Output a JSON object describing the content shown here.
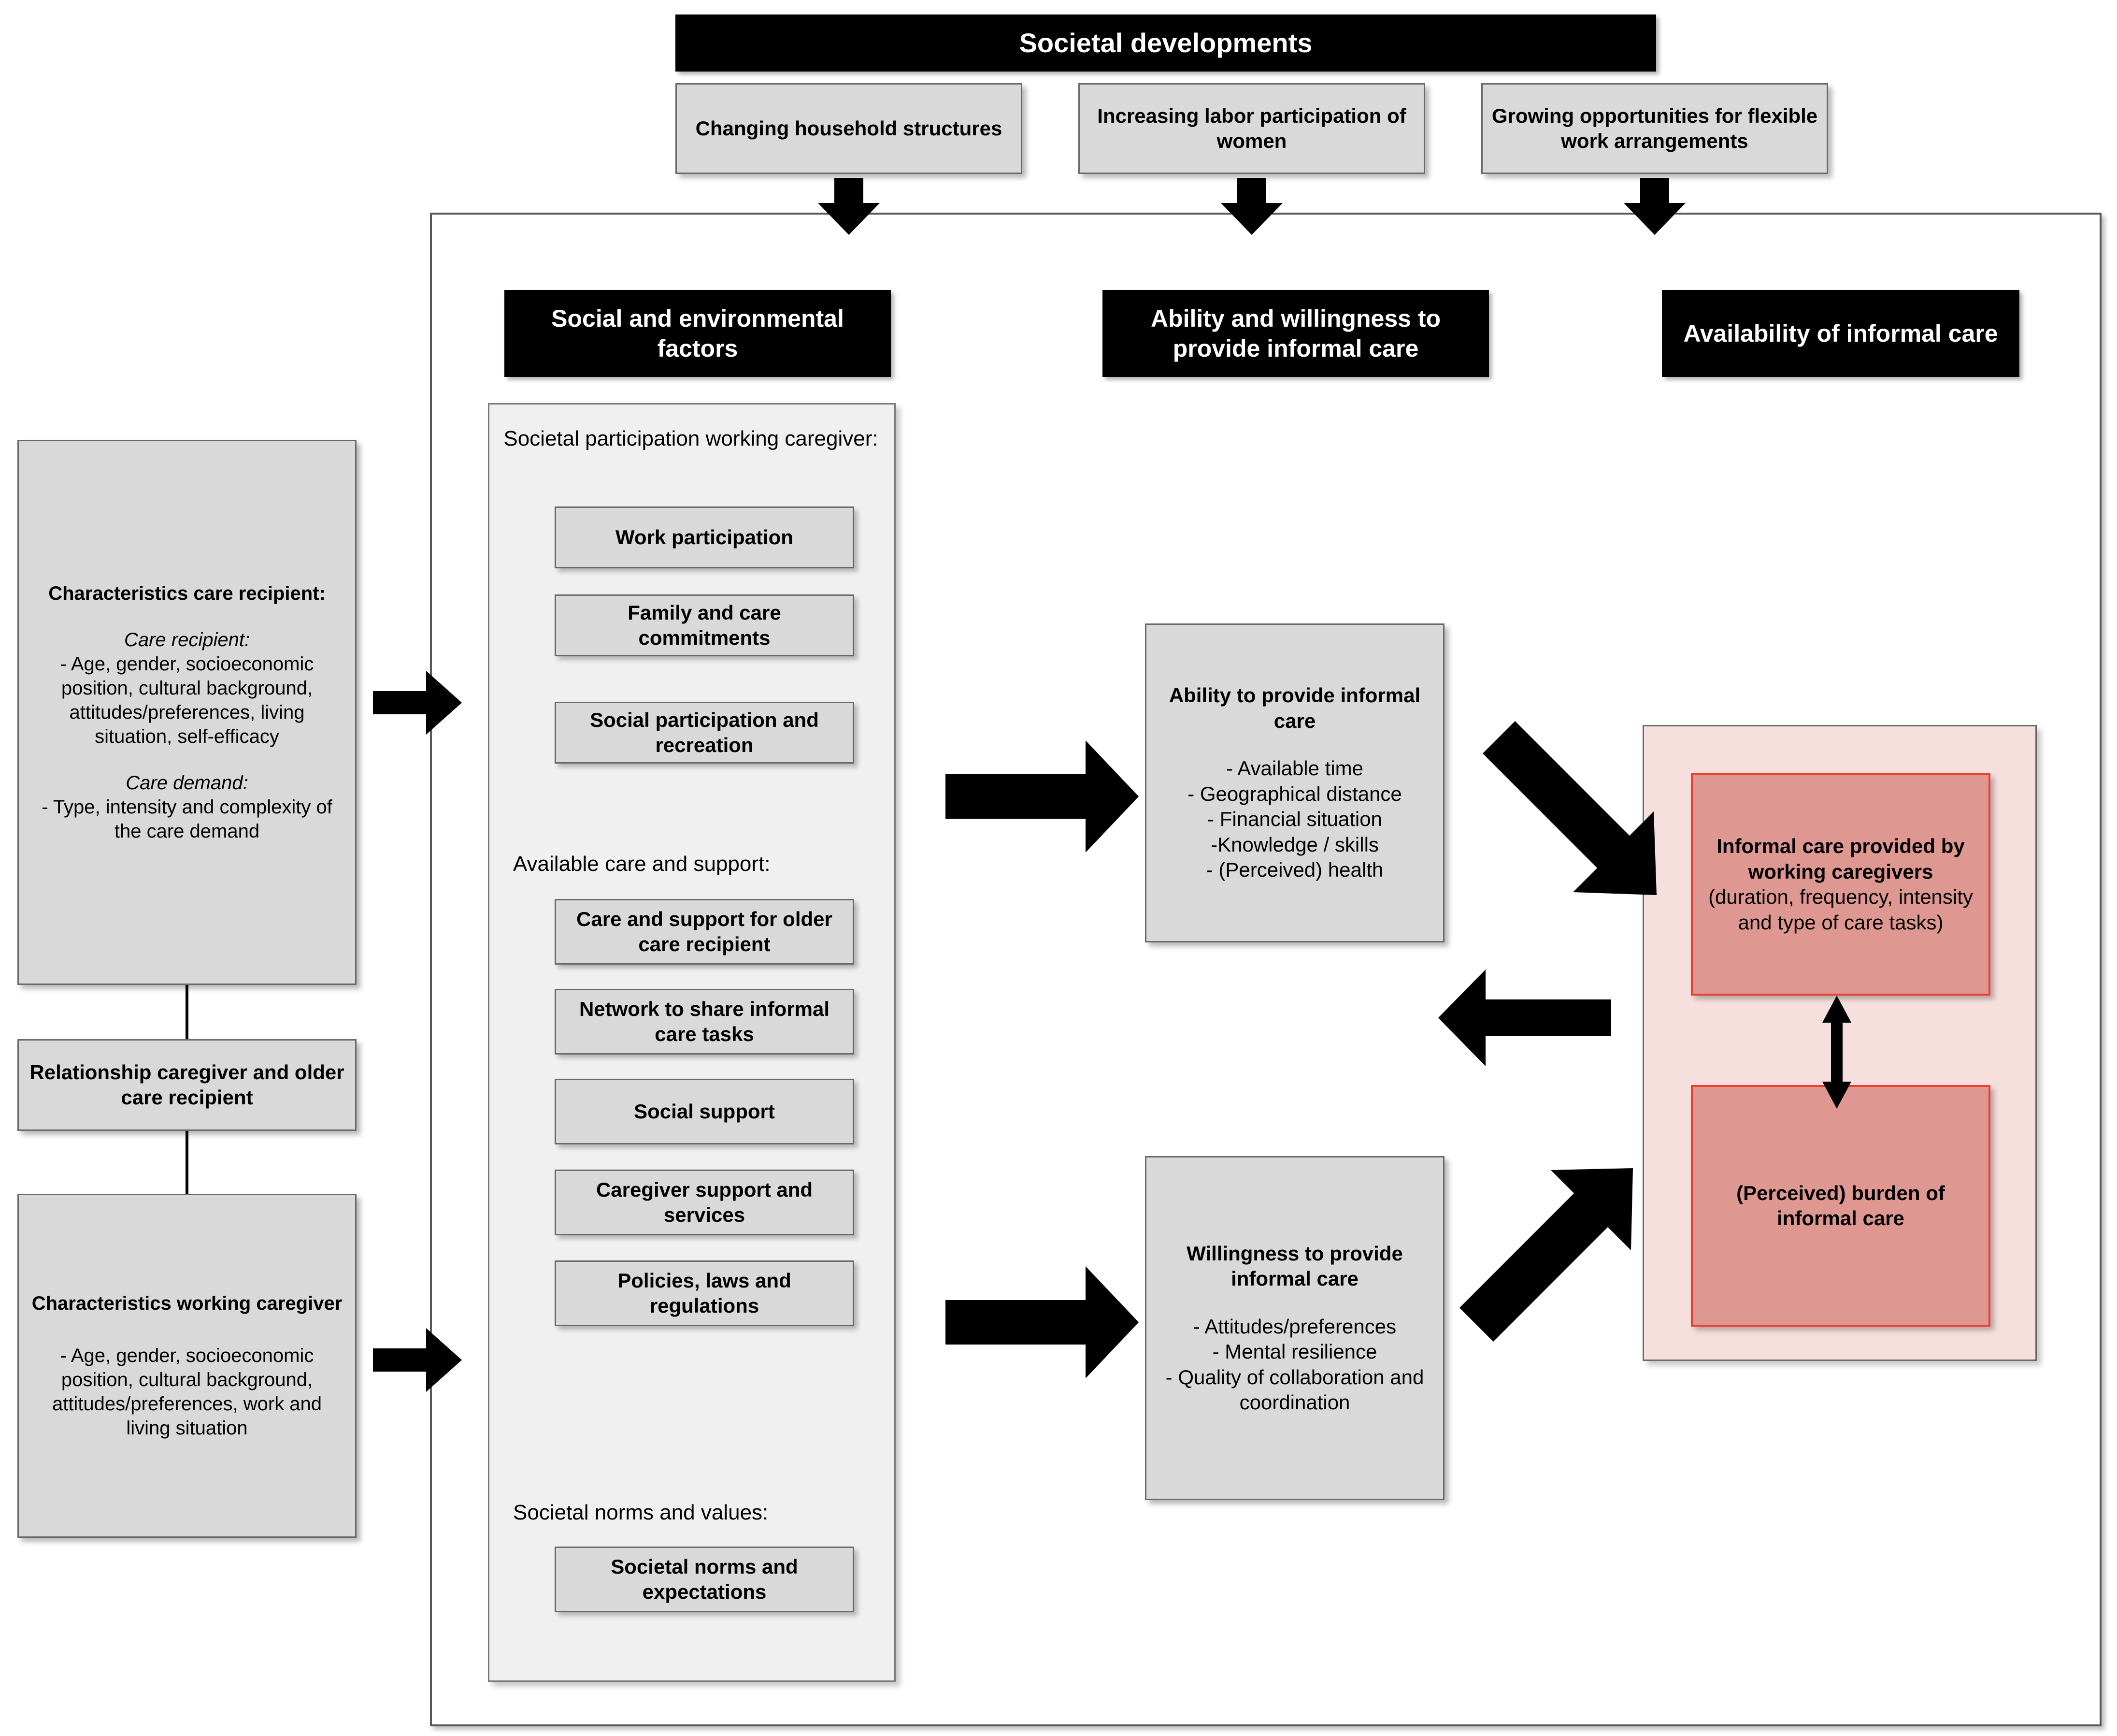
{
  "colors": {
    "header_bg": "#000000",
    "header_text": "#ffffff",
    "grey_fill": "#d9d9d9",
    "grey_border": "#6a6a6a",
    "panel_fill": "#f0f0f0",
    "pink_panel_fill": "#f6e0dd",
    "red_fill": "#df9891",
    "red_border": "#ea3f33",
    "frame_border": "#595959"
  },
  "societal": {
    "header": "Societal developments",
    "drivers": [
      "Changing household structures",
      "Increasing labor participation of women",
      "Growing opportunities for flexible work arrangements"
    ]
  },
  "left_column": {
    "care_recipient": {
      "title": "Characteristics care recipient:",
      "sub1_title": "Care recipient:",
      "sub1_text": "- Age, gender, socioeconomic position, cultural background, attitudes/preferences, living situation, self-efficacy",
      "sub2_title": "Care demand:",
      "sub2_text": "- Type, intensity and complexity of the care demand"
    },
    "relationship": "Relationship caregiver and older care recipient",
    "working_caregiver": {
      "title": "Characteristics working caregiver",
      "text": "- Age, gender, socioeconomic position, cultural background, attitudes/preferences, work and living situation"
    }
  },
  "social_environmental": {
    "header": "Social and environmental factors",
    "group1_label": "Societal participation working caregiver:",
    "group1_items": [
      "Work participation",
      "Family and care commitments",
      "Social participation and recreation"
    ],
    "group2_label": "Available care and support:",
    "group2_items": [
      "Care and support for older care recipient",
      "Network to share informal care tasks",
      "Social support",
      "Caregiver support and services",
      "Policies, laws and regulations"
    ],
    "group3_label": "Societal norms and values:",
    "group3_items": [
      "Societal norms and expectations"
    ]
  },
  "ability_willingness": {
    "header": "Ability and willingness to provide informal care",
    "ability": {
      "title": "Ability to provide informal care",
      "items": [
        "- Available time",
        "- Geographical distance",
        "- Financial situation",
        "-Knowledge / skills",
        "- (Perceived) health"
      ]
    },
    "willingness": {
      "title": "Willingness to provide informal care",
      "items": [
        "- Attitudes/preferences",
        "- Mental resilience",
        "- Quality of collaboration and coordination"
      ]
    }
  },
  "availability": {
    "header": "Availability of informal care",
    "provided": {
      "title": "Informal care provided by working caregivers",
      "subtitle": "(duration, frequency, intensity and type of care tasks)"
    },
    "burden": {
      "title": "(Perceived) burden of informal care"
    }
  },
  "connectors": {
    "down_arrow": "down-arrow",
    "right_arrow": "right-arrow",
    "left_arrow": "left-arrow",
    "diag_down_right_arrow": "diagonal-down-right-arrow",
    "diag_up_right_arrow": "diagonal-up-right-arrow",
    "double_vertical_arrow": "double-headed-vertical-arrow",
    "vertical_line": "vertical-connector-line"
  }
}
